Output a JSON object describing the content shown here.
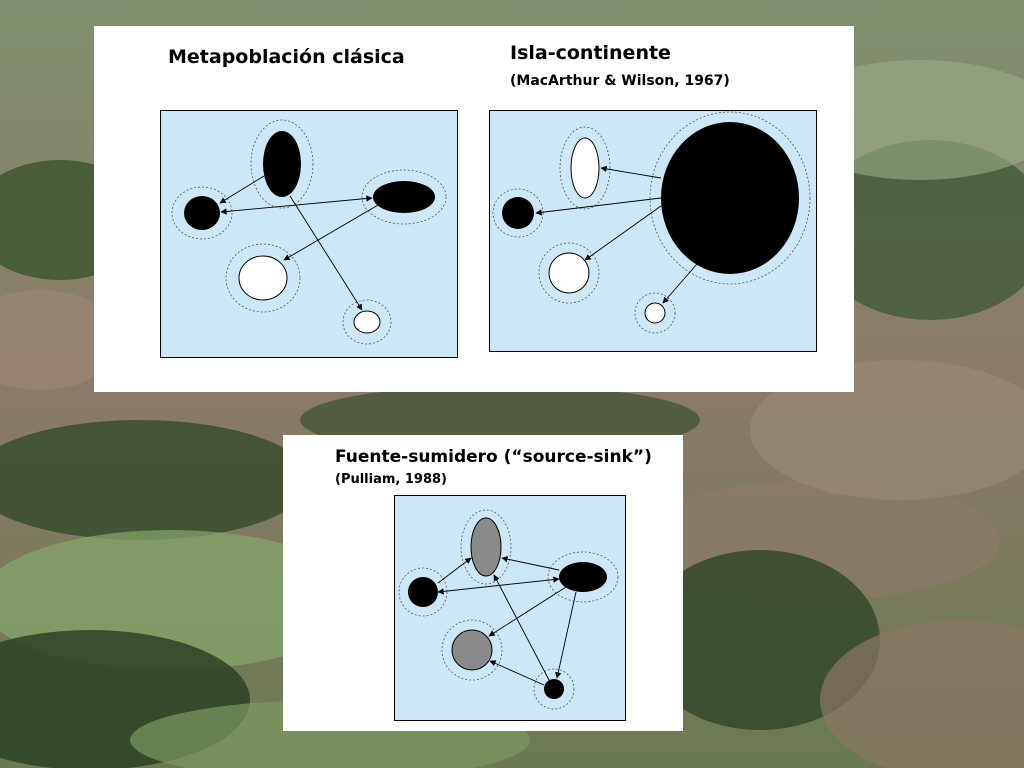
{
  "slide": {
    "background": "aerial landscape photograph (forest patches and fields)",
    "colors": {
      "panel_bg": "#ffffff",
      "diagram_bg": "#cce8f7",
      "patch_black": "#000000",
      "patch_gray": "#8a8a8a",
      "patch_empty": "#ffffff"
    }
  },
  "models": [
    {
      "title": "Metapoblación clásica",
      "citation": ""
    },
    {
      "title": "Isla-continente",
      "citation": "(MacArthur & Wilson, 1967)"
    },
    {
      "title": "Fuente-sumidero (“source-sink”)",
      "citation": "(Pulliam, 1988)"
    }
  ]
}
